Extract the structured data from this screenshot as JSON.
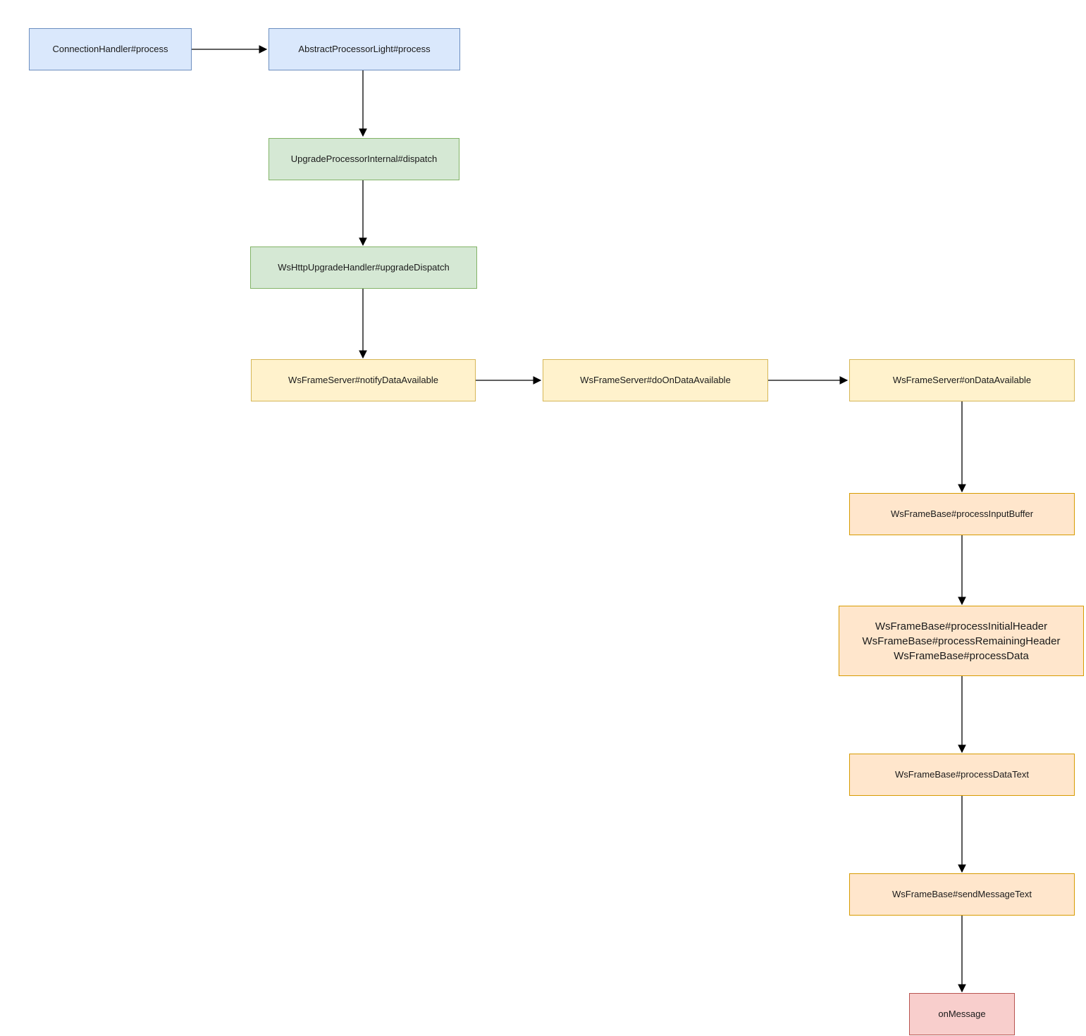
{
  "diagram": {
    "background_color": "#ffffff",
    "arrow_color": "#000000",
    "palette": {
      "blue": {
        "fill": "#dae8fc",
        "stroke": "#6c8ebf"
      },
      "green": {
        "fill": "#d5e8d4",
        "stroke": "#82b366"
      },
      "yellow": {
        "fill": "#fff2cc",
        "stroke": "#d6b656"
      },
      "orange": {
        "fill": "#ffe6cc",
        "stroke": "#d79b00"
      },
      "red": {
        "fill": "#f8cecc",
        "stroke": "#b85450"
      }
    },
    "nodes": [
      {
        "id": "connectionhandler-process",
        "label": "ConnectionHandler#process",
        "color": "blue"
      },
      {
        "id": "abstractprocessorlight-process",
        "label": "AbstractProcessorLight#process",
        "color": "blue"
      },
      {
        "id": "upgradeprocessorinternal-dispatch",
        "label": "UpgradeProcessorInternal#dispatch",
        "color": "green"
      },
      {
        "id": "wshttpupgradehandler-upgradedispatch",
        "label": "WsHttpUpgradeHandler#upgradeDispatch",
        "color": "green"
      },
      {
        "id": "wsframeserver-notifydataavailable",
        "label": "WsFrameServer#notifyDataAvailable",
        "color": "yellow"
      },
      {
        "id": "wsframeserver-doondataavailable",
        "label": "WsFrameServer#doOnDataAvailable",
        "color": "yellow"
      },
      {
        "id": "wsframeserver-ondataavailable",
        "label": "WsFrameServer#onDataAvailable",
        "color": "yellow"
      },
      {
        "id": "wsframebase-processinputbuffer",
        "label": "WsFrameBase#processInputBuffer",
        "color": "orange"
      },
      {
        "id": "wsframebase-processheaders",
        "lines": [
          "WsFrameBase#processInitialHeader",
          "WsFrameBase#processRemainingHeader",
          "WsFrameBase#processData"
        ],
        "color": "orange"
      },
      {
        "id": "wsframebase-processdatatext",
        "label": "WsFrameBase#processDataText",
        "color": "orange"
      },
      {
        "id": "wsframebase-sendmessagetext",
        "label": "WsFrameBase#sendMessageText",
        "color": "orange"
      },
      {
        "id": "onmessage",
        "label": "onMessage",
        "color": "red"
      }
    ],
    "edges": [
      {
        "from": "connectionhandler-process",
        "to": "abstractprocessorlight-process"
      },
      {
        "from": "abstractprocessorlight-process",
        "to": "upgradeprocessorinternal-dispatch"
      },
      {
        "from": "upgradeprocessorinternal-dispatch",
        "to": "wshttpupgradehandler-upgradedispatch"
      },
      {
        "from": "wshttpupgradehandler-upgradedispatch",
        "to": "wsframeserver-notifydataavailable"
      },
      {
        "from": "wsframeserver-notifydataavailable",
        "to": "wsframeserver-doondataavailable"
      },
      {
        "from": "wsframeserver-doondataavailable",
        "to": "wsframeserver-ondataavailable"
      },
      {
        "from": "wsframeserver-ondataavailable",
        "to": "wsframebase-processinputbuffer"
      },
      {
        "from": "wsframebase-processinputbuffer",
        "to": "wsframebase-processheaders"
      },
      {
        "from": "wsframebase-processheaders",
        "to": "wsframebase-processdatatext"
      },
      {
        "from": "wsframebase-processdatatext",
        "to": "wsframebase-sendmessagetext"
      },
      {
        "from": "wsframebase-sendmessagetext",
        "to": "onmessage"
      }
    ]
  }
}
